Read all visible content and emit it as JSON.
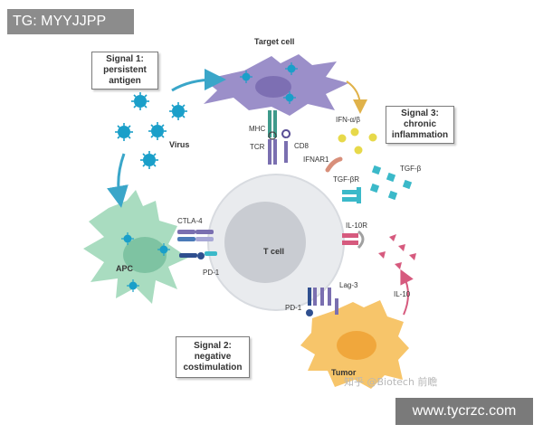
{
  "watermarks": {
    "top": "TG: MYYJJPP",
    "bottom": "www.tycrzc.com",
    "source": "知乎 @Biotech 前瞻"
  },
  "signals": {
    "s1": [
      "Signal 1:",
      "persistent",
      "antigen"
    ],
    "s2": [
      "Signal 2:",
      "negative",
      "costimulation"
    ],
    "s3": [
      "Signal 3:",
      "chronic",
      "inflammation"
    ]
  },
  "cells": {
    "target": "Target cell",
    "virus": "Virus",
    "apc": "APC",
    "tcell": "T cell",
    "tumor": "Tumor"
  },
  "receptors": {
    "mhc": "MHC",
    "tcr": "TCR",
    "cd8": "CD8",
    "ifn": "IFN-α/β",
    "ifnar1": "IFNAR1",
    "tgfb": "TGF-β",
    "tgfbr": "TGF-βR",
    "il10r": "IL-10R",
    "il10": "IL-10",
    "ctla4": "CTLA-4",
    "pd1_apc": "PD-1",
    "pd1_tumor": "PD-1",
    "lag3": "Lag-3"
  },
  "colors": {
    "target_cell": "#9b8fc9",
    "apc_cell": "#a9dcc0",
    "t_cell": "#e9ebee",
    "tumor_cell": "#f7c56a",
    "virus": "#1a9fc9",
    "ifn": "#e7d94a",
    "tgfb": "#3bb9c9",
    "il10": "#d65a7e",
    "arrow": "#3aa6c9"
  }
}
